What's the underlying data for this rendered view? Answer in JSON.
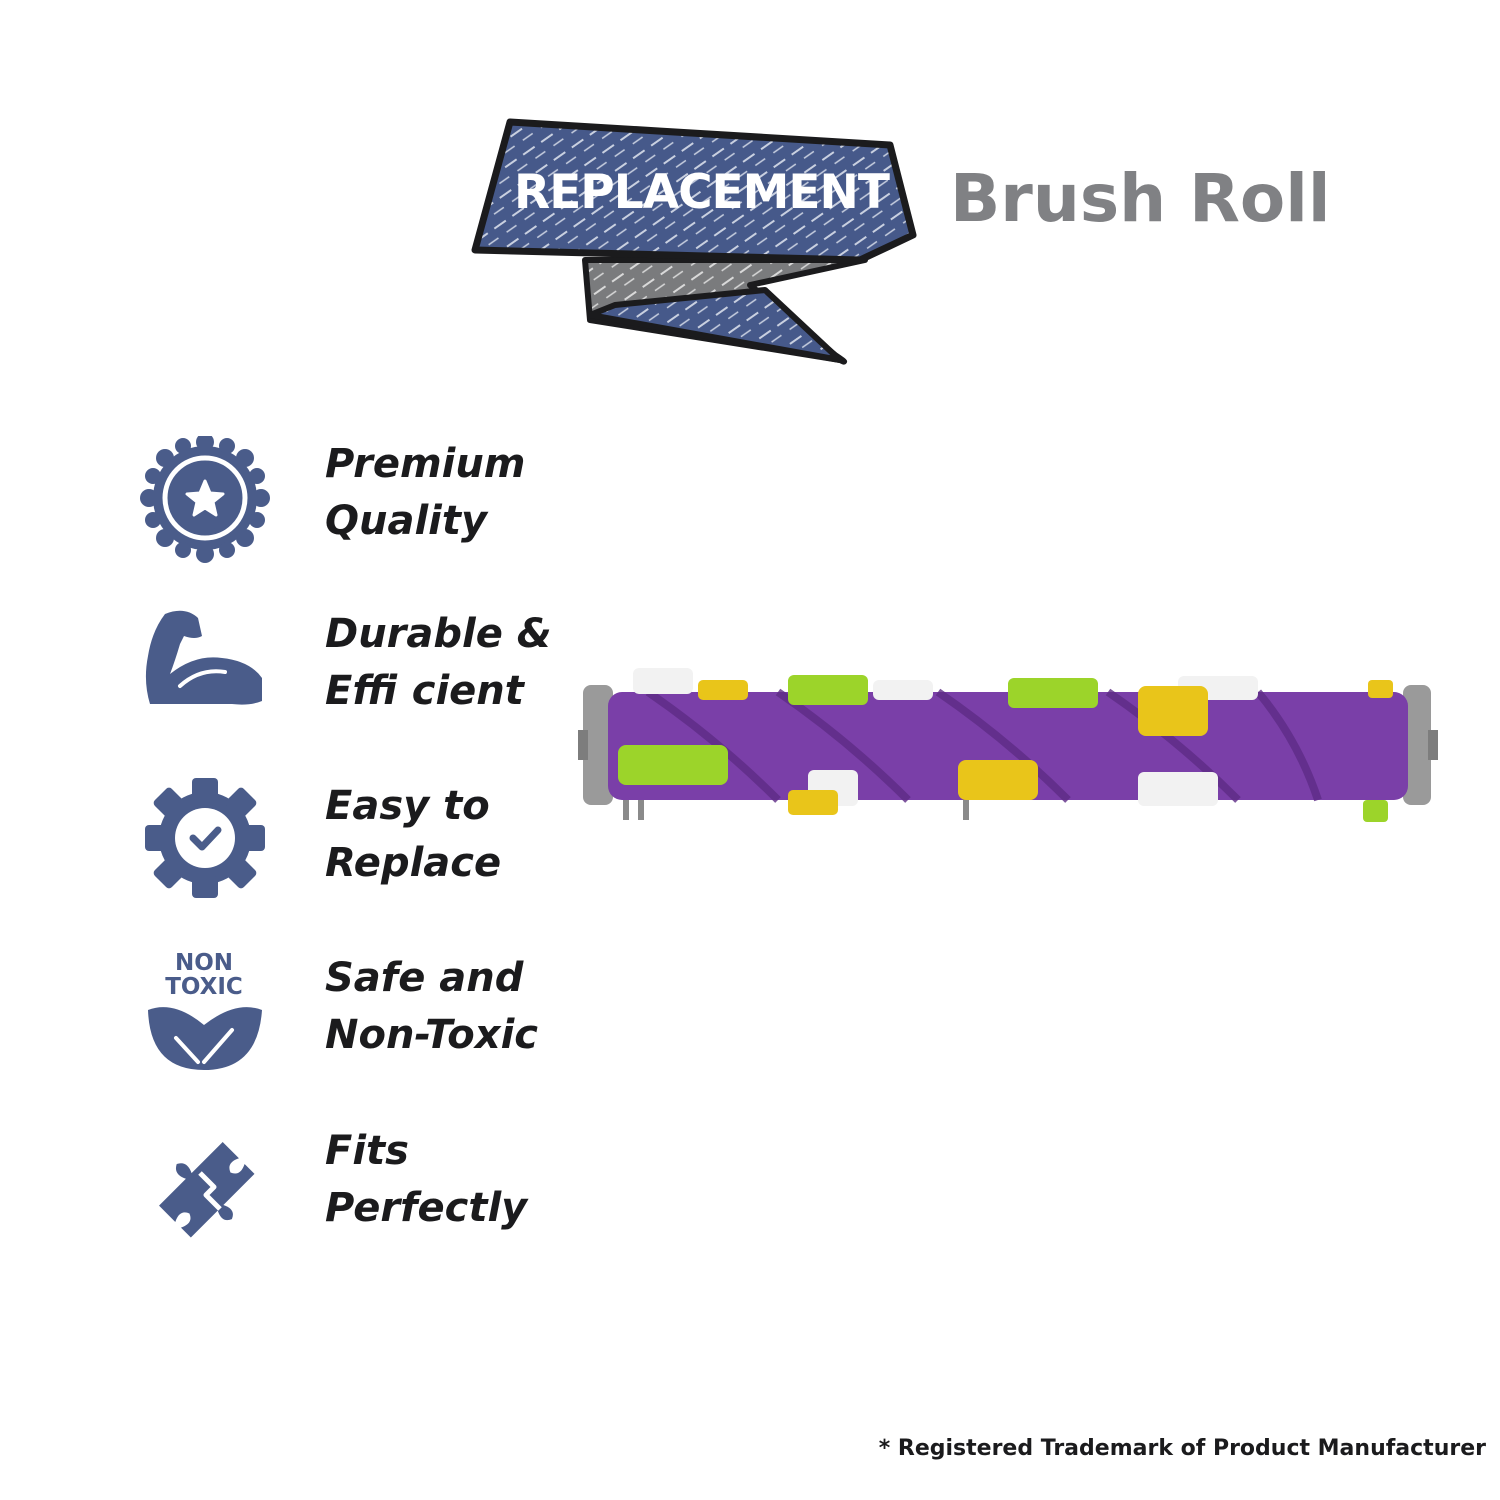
{
  "banner": {
    "label": "REPLACEMENT"
  },
  "title": "Brush Roll",
  "features": [
    {
      "line1": "Premium",
      "line2": "Quality",
      "icon": "badge-star-icon"
    },
    {
      "line1": "Durable &",
      "line2": "Effi cient",
      "icon": "flexed-arm-icon"
    },
    {
      "line1": "Easy to",
      "line2": "Replace",
      "icon": "gear-check-icon"
    },
    {
      "line1": "Safe and",
      "line2": "Non-Toxic",
      "icon": "non-toxic-leaf-icon",
      "icon_text": [
        "NON",
        "TOXIC"
      ]
    },
    {
      "line1": "Fits",
      "line2": "Perfectly",
      "icon": "puzzle-piece-icon"
    }
  ],
  "footnote": "* Registered Trademark of Product Manufacturer",
  "colors": {
    "icon": "#4a5c8a",
    "banner_fill": "#46598a",
    "banner_tail": "#7a7b7d",
    "title": "#808184",
    "roller": "#7a3fa8"
  }
}
